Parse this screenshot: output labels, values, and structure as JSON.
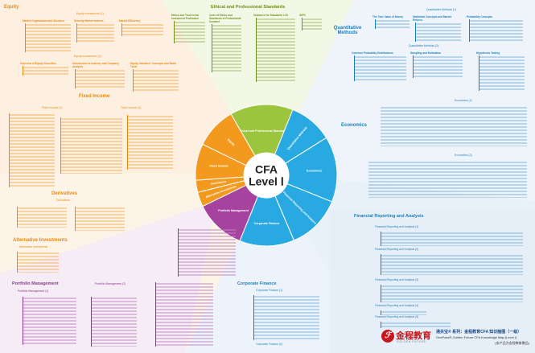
{
  "colors": {
    "equity": "#f39a1e",
    "ethics": "#9bc53d",
    "quant": "#29a9e1",
    "economics": "#29a9e1",
    "fra": "#29a9e1",
    "corporate": "#29a9e1",
    "portfolio": "#a5439e",
    "fixed_income": "#f39a1e",
    "derivatives": "#f39a1e",
    "alternative": "#f39a1e"
  },
  "wheel": {
    "center_line1": "CFA",
    "center_line2": "Level Ⅰ",
    "segments": {
      "ethics": "Ethical and Professional Standards",
      "quant": "Quantitative Methods",
      "economics": "Economics",
      "fra": "Financial Reporting and Analysis",
      "corporate": "Corporate Finance",
      "portfolio": "Portfolio Management",
      "alternative": "Alternative Investments",
      "derivatives": "Derivatives",
      "fixed_income": "Fixed Income",
      "equity": "Equity"
    }
  },
  "equity": {
    "title": "Equity",
    "part1": "Equity Investments (1)",
    "part2": "Equity Investments (2)",
    "p1_items": [
      "Market Organization and Structure",
      "Security Market Indexes",
      "Market Efficiency"
    ],
    "p2_items": [
      "Overview of Equity Securities",
      "Introduction to Industry and Company Analysis",
      "Equity Valuation: Concepts and Basic Tools"
    ]
  },
  "ethics": {
    "title": "Ethical and Professional Standards",
    "items": [
      "Ethics and Trust in the Investment Profession",
      "Code of Ethics and Standards of Professional Conduct",
      "Guidance for Standards I-VII",
      "GIPS"
    ]
  },
  "quant": {
    "title": "Quantitative Methods",
    "part1": "Quantitative Methods (1)",
    "part2": "Quantitative Methods (2)",
    "p1_items": [
      "The Time Value of Money",
      "Statistical Concepts and Market Returns",
      "Probability Concepts"
    ],
    "p2_items": [
      "Common Probability Distributions",
      "Sampling and Estimation",
      "Hypothesis Testing"
    ]
  },
  "economics": {
    "title": "Economics",
    "part1": "Economics (1)",
    "part2": "Economics (2)"
  },
  "fixed_income": {
    "title": "Fixed Income",
    "part1": "Fixed Income (1)",
    "part2": "Fixed Income (2)"
  },
  "derivatives": {
    "title": "Derivatives",
    "sub": "Derivatives"
  },
  "alternative": {
    "title": "Alternative Investments",
    "sub": "Alternative Investments"
  },
  "portfolio": {
    "title": "Portfolio Management",
    "part1": "Portfolio Management (1)",
    "part2": "Portfolio Management (2)"
  },
  "fra": {
    "title": "Financial Reporting and Analysis",
    "parts": [
      "Financial Reporting and Analysis (1)",
      "Financial Reporting and Analysis (2)",
      "Financial Reporting and Analysis (3)",
      "Financial Reporting and Analysis (4)",
      "Financial Reporting and Analysis (5)"
    ]
  },
  "corporate": {
    "title": "Corporate Finance",
    "part1": "Corporate Finance (1)",
    "part2": "Corporate Finance (2)"
  },
  "logo": {
    "cn_name": "金程教育",
    "en_name": "GOLDEN FUTURE",
    "line1": "通关宝® 系列：金程教育CFA 知识脑图（一级）",
    "line2": "OnePass®-Golden Future CFA Knowledge Map (Level I)",
    "line3": "(本产品为金程教育赠品)"
  }
}
